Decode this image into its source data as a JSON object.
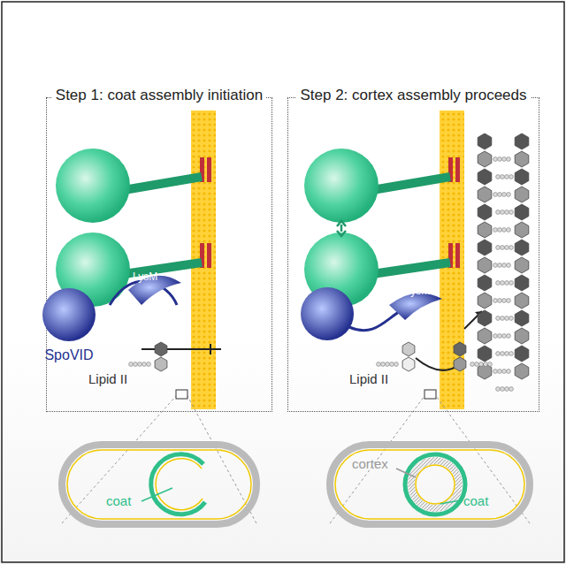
{
  "diagram": {
    "nodes": [
      {
        "text": [
          "Step 1: coat assembly initiation"
        ]
      },
      {
        "text": [
          "Step 2: cortex assembly proceeds"
        ]
      },
      {
        "text": [
          "SpoVID"
        ],
        "in": 0
      }
    ],
    "labels": [
      "LysM",
      "Lipid II",
      "coat",
      "LysM",
      "Lipid II",
      "cortex",
      "coat"
    ]
  }
}
